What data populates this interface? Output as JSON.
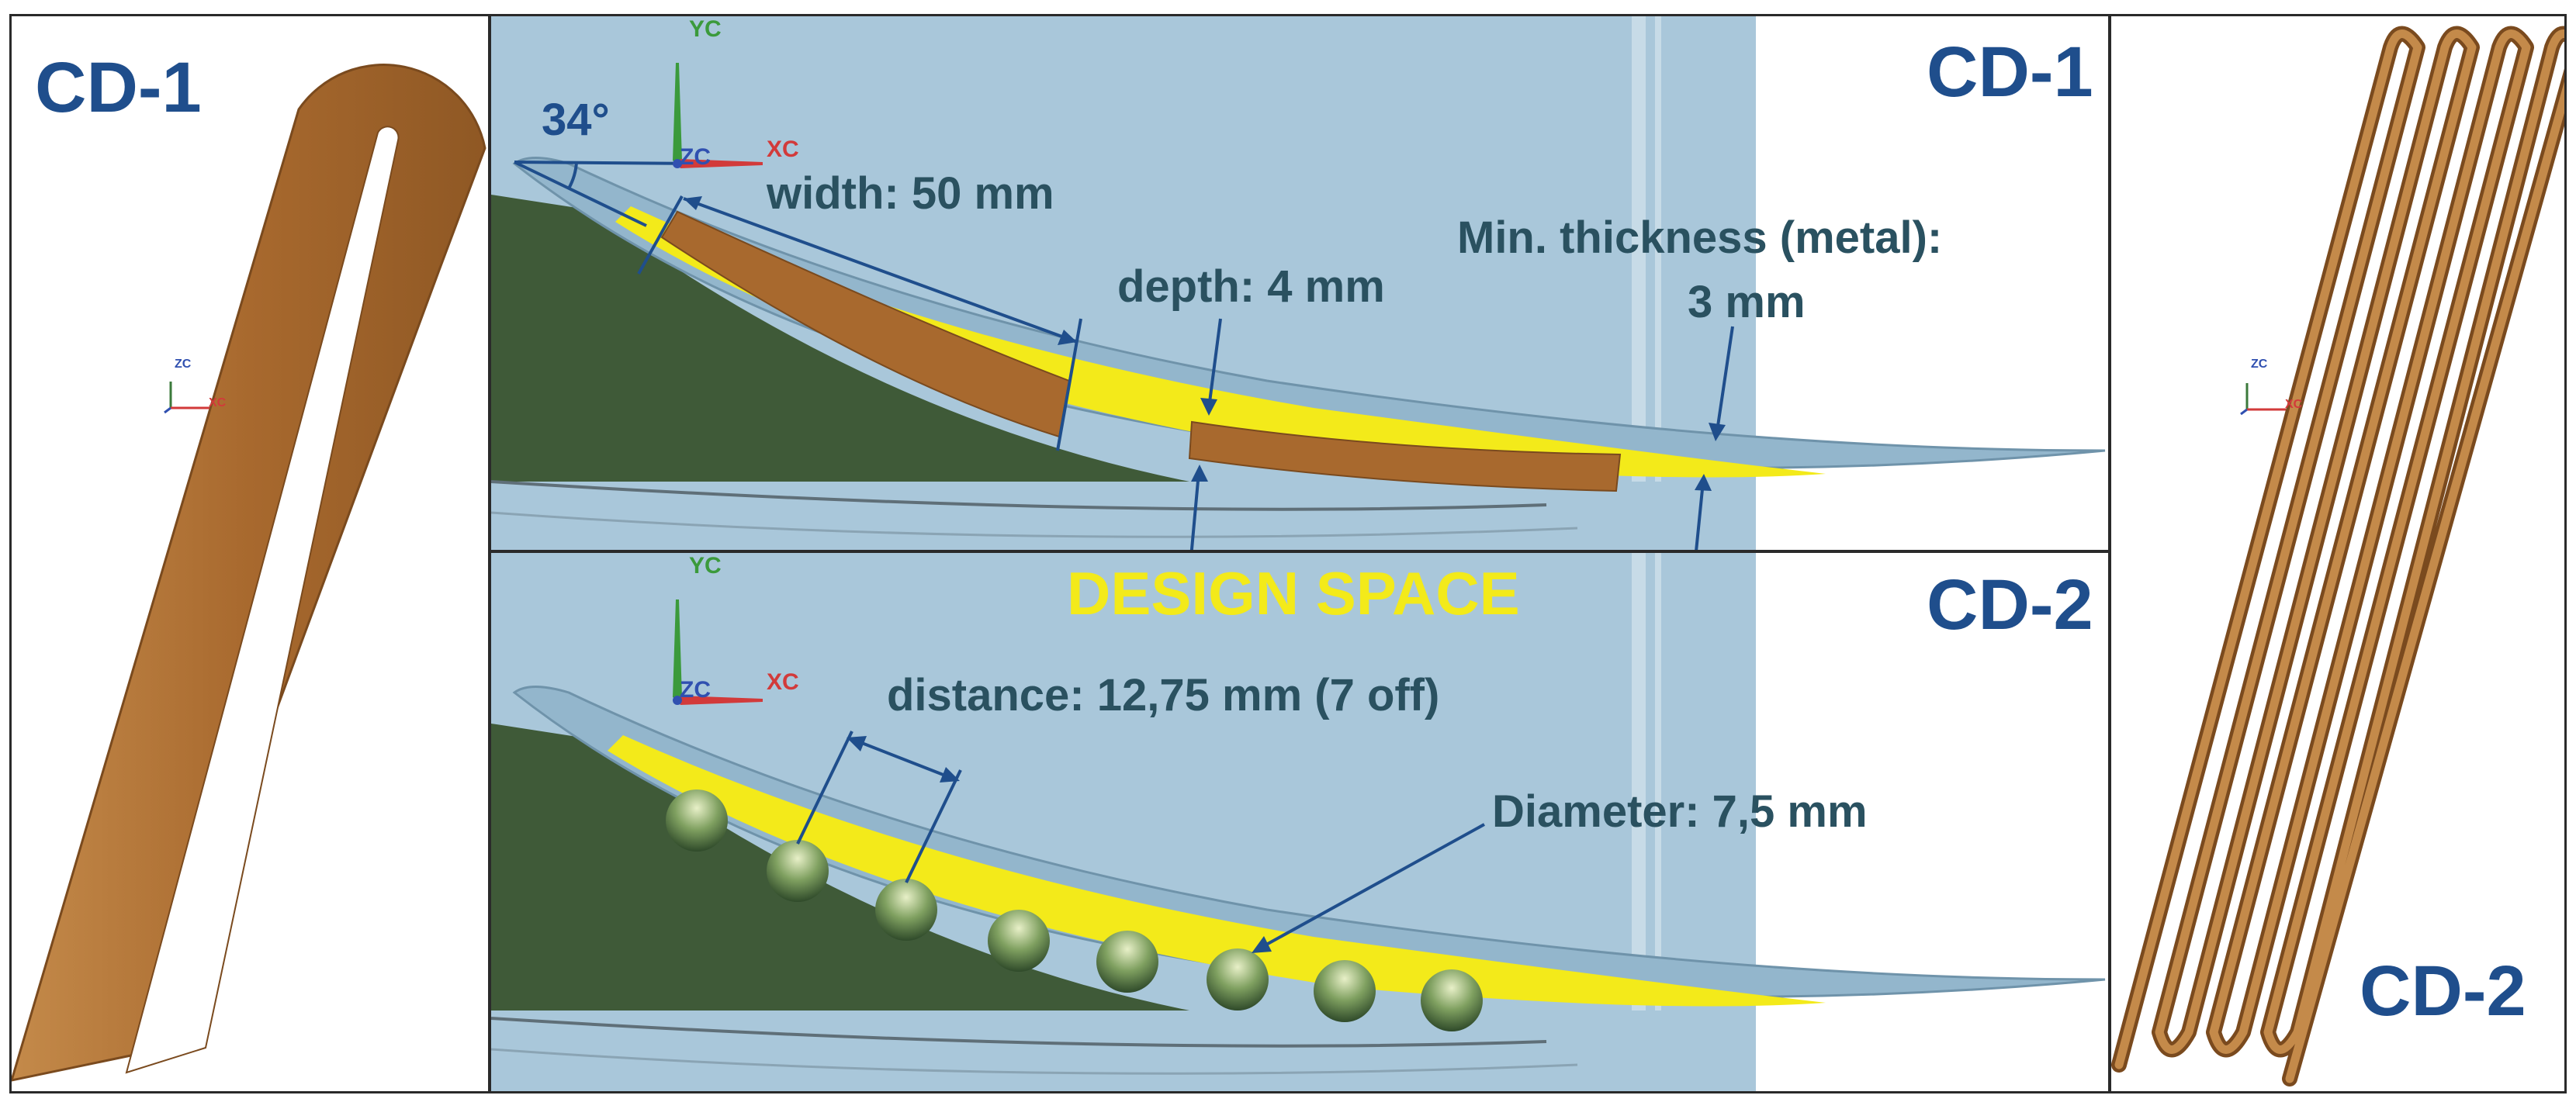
{
  "panels": {
    "left": {
      "title": "CD-1"
    },
    "top_center": {
      "title": "CD-1"
    },
    "bottom_center": {
      "title": "CD-2"
    },
    "right": {
      "title": "CD-2"
    }
  },
  "annotations": {
    "angle": "34°",
    "width": "width: 50 mm",
    "depth": "depth: 4 mm",
    "min_thickness_line1": "Min. thickness (metal):",
    "min_thickness_line2": "3 mm",
    "design_space": "DESIGN SPACE",
    "distance": "distance: 12,75 mm (7 off)",
    "diameter": "Diameter: 7,5 mm"
  },
  "axes": {
    "x": "XC",
    "y": "YC",
    "z": "ZC",
    "small_z": "ZC",
    "small_x": "XC"
  },
  "colors": {
    "title_blue": "#1f4e8c",
    "annotation_teal": "#2a5160",
    "design_yellow": "#f3ea1a",
    "copper": "#a8692e",
    "blade_blue": "#93b6cc",
    "background_blue": "#a9c7da",
    "dark_green": "#3f5a38"
  },
  "icons": [
    "axis-triad-icon",
    "copper-hairpin-icon",
    "copper-serpentine-icon",
    "cooling-hole-icon"
  ]
}
